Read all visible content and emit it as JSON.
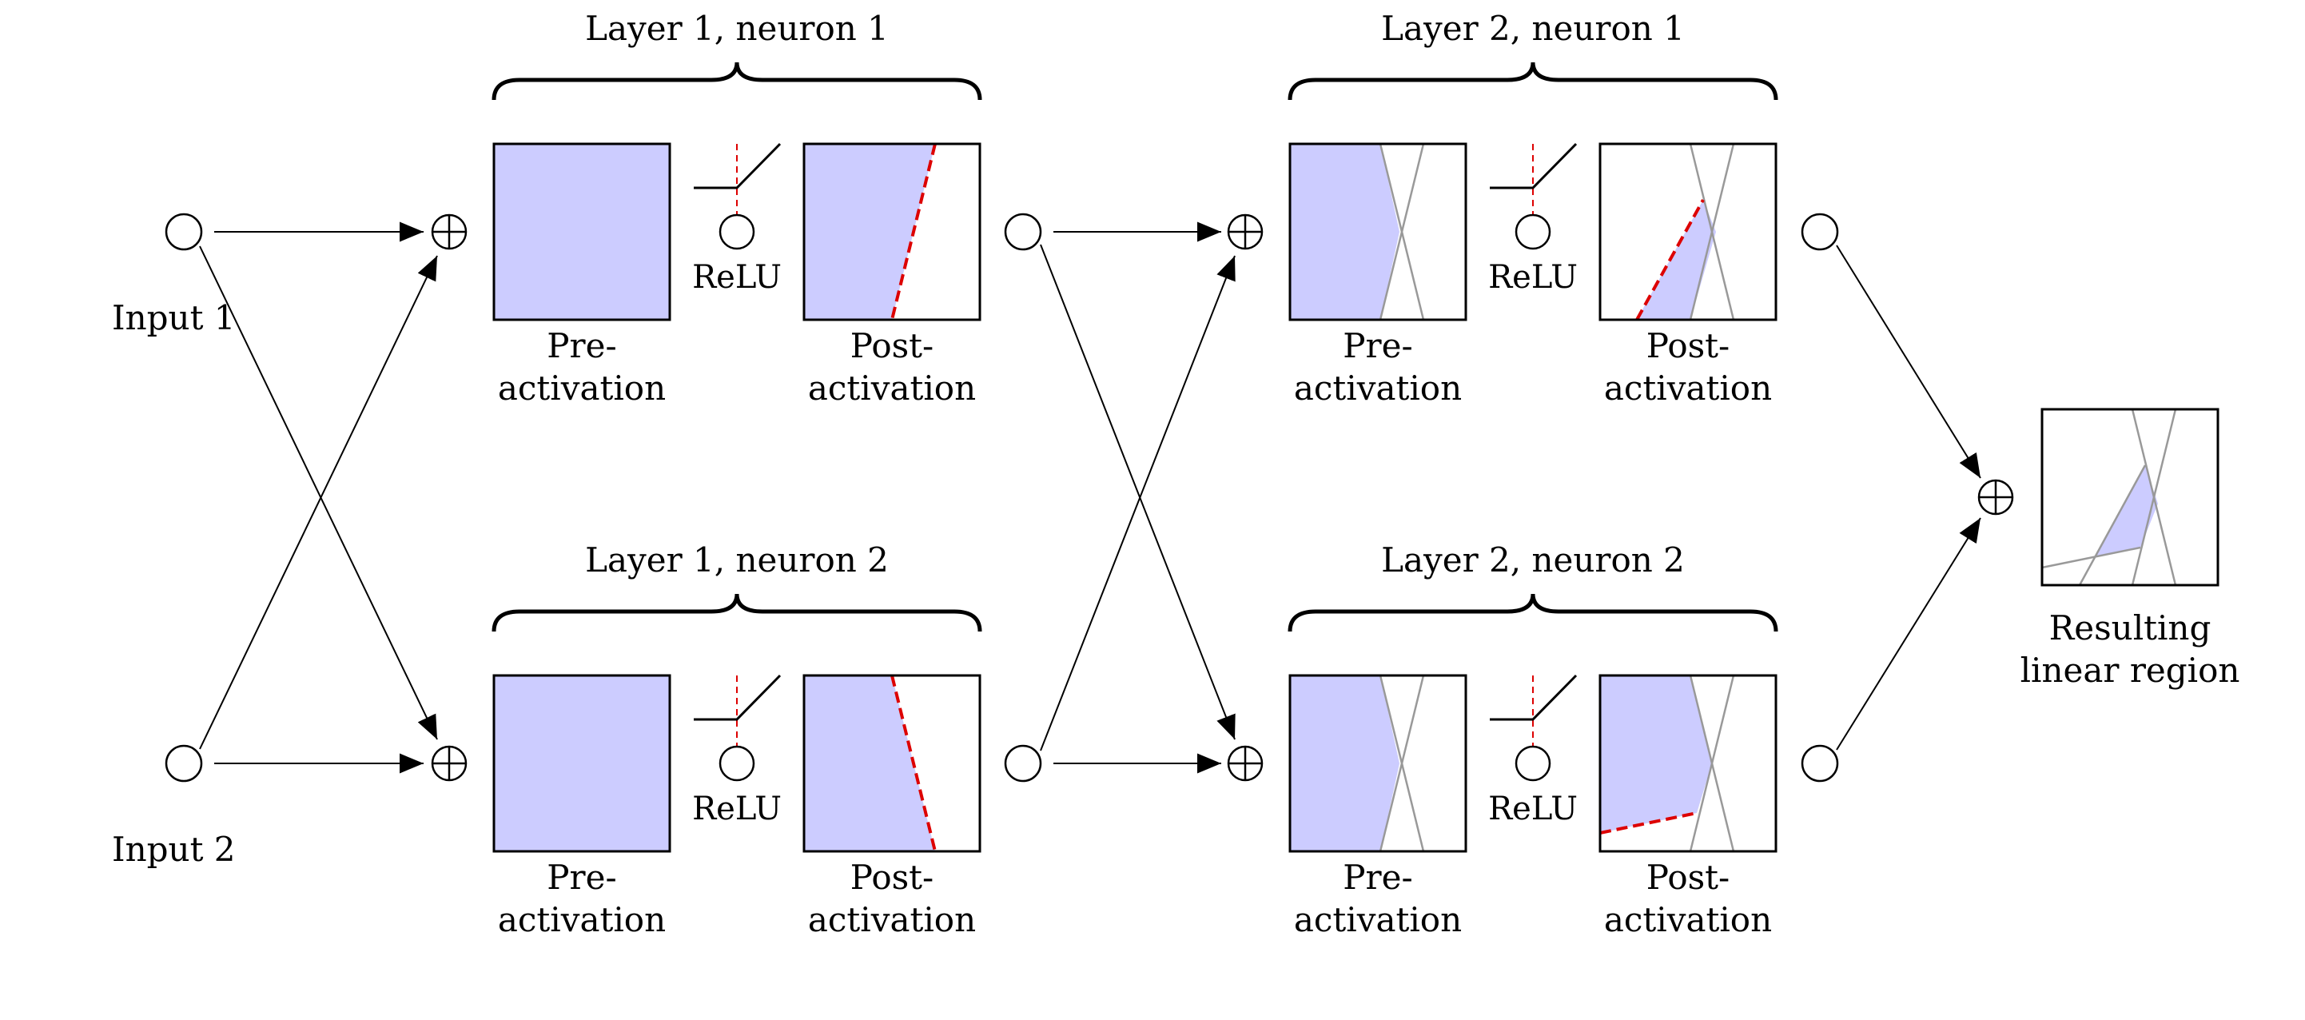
{
  "inputs": {
    "input1_label": "Input 1",
    "input2_label": "Input 2"
  },
  "layer1": {
    "neuron1_title": "Layer 1, neuron 1",
    "neuron2_title": "Layer 1, neuron 2"
  },
  "layer2": {
    "neuron1_title": "Layer 2, neuron 1",
    "neuron2_title": "Layer 2, neuron 2"
  },
  "labels": {
    "pre_line1": "Pre-",
    "pre_line2": "activation",
    "post_line1": "Post-",
    "post_line2": "activation",
    "relu": "ReLU"
  },
  "symbols": {
    "sum": "⊕"
  },
  "result": {
    "line1": "Resulting",
    "line2": "linear region"
  },
  "colors": {
    "region_fill": "#ccccff",
    "boundary_dashed": "#dd0000",
    "boundary_gray": "#999999",
    "line": "#000000"
  }
}
